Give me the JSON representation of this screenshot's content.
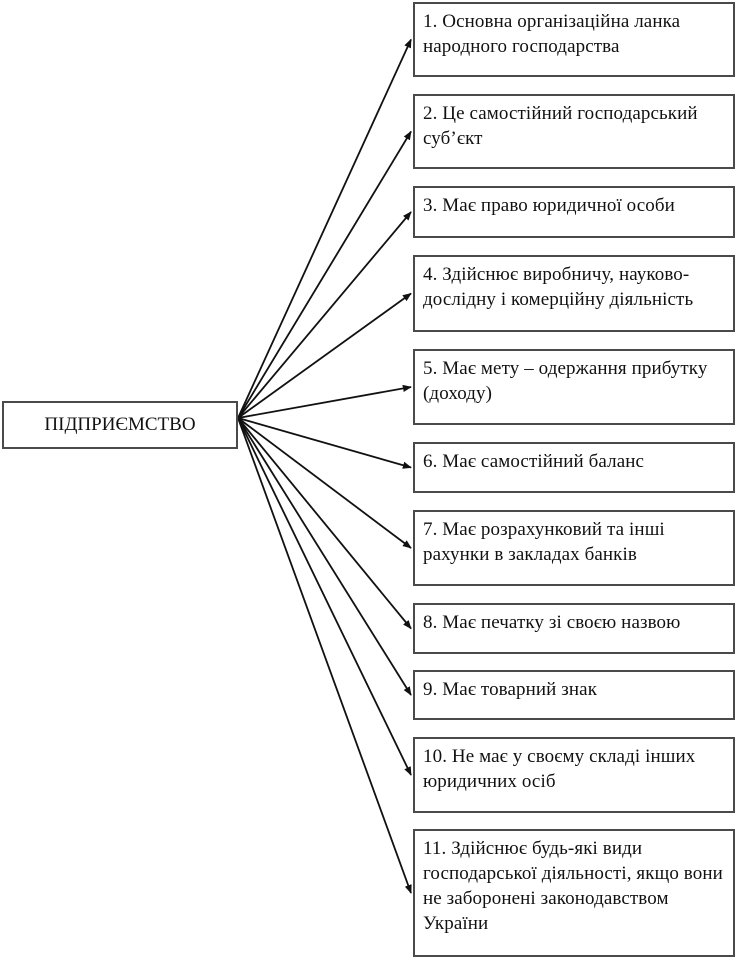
{
  "diagram": {
    "root": "ПІДПРИЄМСТВО",
    "items": [
      "1. Основна організаційна ланка народного господарства",
      "2. Це самостійний господарський суб’єкт",
      "3. Має право юридичної особи",
      "4. Здійснює виробничу, науково-дослідну і комерційну діяльність",
      "5. Має мету – одержання прибутку (доходу)",
      "6. Має самостійний баланс",
      "7. Має розрахунковий та інші рахунки в закладах банків",
      "8. Має печатку зі своєю назвою",
      "9. Має товарний знак",
      "10. Не має у своєму складі інших юридичних осіб",
      "11. Здійснює будь-які види господарської діяльності, якщо вони не заборонені законодавством України"
    ],
    "colors": {
      "border": "#4a4a4a",
      "arrow": "#111111",
      "text": "#111111"
    }
  }
}
